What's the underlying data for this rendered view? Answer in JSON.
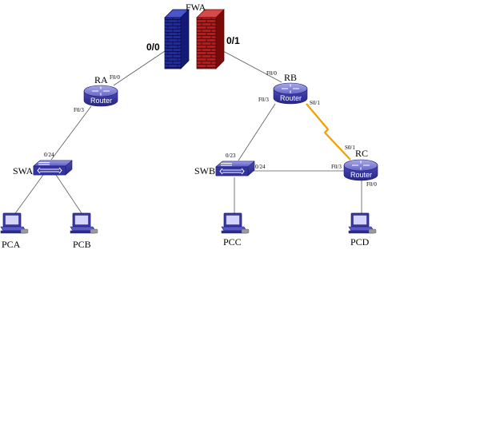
{
  "diagram": {
    "firewall": {
      "name": "FWA",
      "port_left": "0/0",
      "port_right": "0/1",
      "colors": {
        "left": "#1f2aa6",
        "right": "#c01818"
      }
    },
    "routers": {
      "ra": {
        "name": "RA",
        "label": "Router",
        "port_up": "F0/0",
        "port_down": "F0/3"
      },
      "rb": {
        "name": "RB",
        "label": "Router",
        "port_up": "F0/0",
        "port_down": "F0/3",
        "port_serial": "S0/1"
      },
      "rc": {
        "name": "RC",
        "label": "Router",
        "port_serial": "S0/1",
        "port_left": "F0/3",
        "port_down": "F0/0"
      }
    },
    "switches": {
      "swa": {
        "name": "SWA",
        "port_up": "0/24"
      },
      "swb": {
        "name": "SWB",
        "port_up": "0/23",
        "port_right": "0/24"
      }
    },
    "pcs": {
      "pca": {
        "name": "PCA"
      },
      "pcb": {
        "name": "PCB"
      },
      "pcc": {
        "name": "PCC"
      },
      "pcd": {
        "name": "PCD"
      }
    },
    "colors": {
      "device": "#3a3aa0",
      "serial_link": "#f0a000"
    }
  }
}
